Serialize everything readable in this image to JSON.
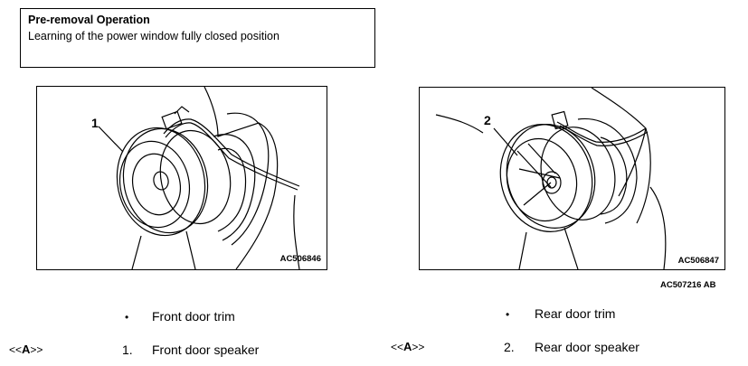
{
  "pre_removal": {
    "title": "Pre-removal Operation",
    "text": "Learning of the power window fully closed position"
  },
  "figure_front": {
    "callout": "1",
    "code": "AC506846",
    "icon": "front-door-speaker-illustration"
  },
  "figure_rear": {
    "callout": "2",
    "code": "AC506847",
    "icon": "rear-door-speaker-illustration"
  },
  "sheet_code": "AC507216",
  "sheet_code_suffix": "AB",
  "front_steps": [
    {
      "marker": "•",
      "ref_prefix": "",
      "ref_letter": "",
      "ref_suffix": "",
      "label": "Front door trim"
    },
    {
      "marker": "1.",
      "ref_prefix": "<<",
      "ref_letter": "A",
      "ref_suffix": ">>",
      "label": "Front door speaker"
    }
  ],
  "rear_steps": [
    {
      "marker": "•",
      "ref_prefix": "",
      "ref_letter": "",
      "ref_suffix": "",
      "label": "Rear door trim"
    },
    {
      "marker": "2.",
      "ref_prefix": "<<",
      "ref_letter": "A",
      "ref_suffix": ">>",
      "label": "Rear door speaker"
    }
  ]
}
